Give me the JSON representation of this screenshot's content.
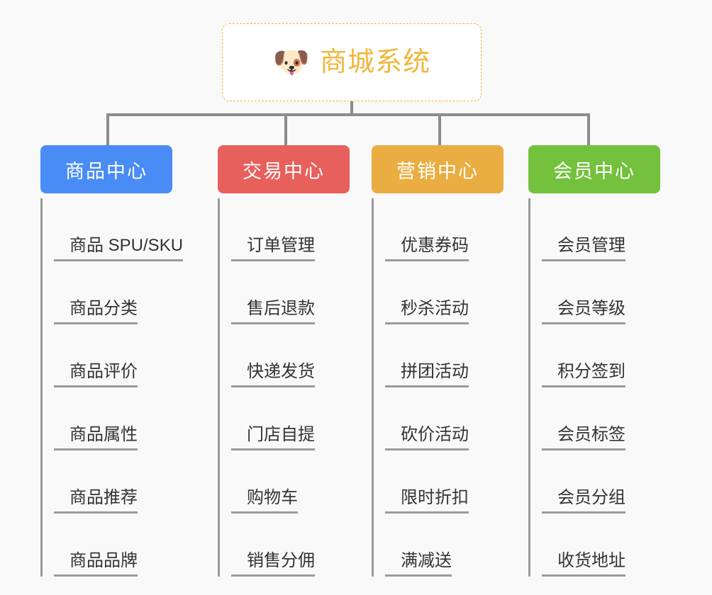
{
  "root": {
    "icon": "shiba-dog-face-emoji",
    "emoji": "🐶",
    "title": "商城系统",
    "border_color": "#f0b73d",
    "text_color": "#f0b73d",
    "background": "#ffffff"
  },
  "canvas": {
    "background": "#f9f9f9",
    "connector_color": "#8c8c8c"
  },
  "categories": [
    {
      "label": "商品中心",
      "color": "#4a8cf5",
      "items": [
        "商品 SPU/SKU",
        "商品分类",
        "商品评价",
        "商品属性",
        "商品推荐",
        "商品品牌"
      ]
    },
    {
      "label": "交易中心",
      "color": "#e8605c",
      "items": [
        "订单管理",
        "售后退款",
        "快递发货",
        "门店自提",
        "购物车",
        "销售分佣"
      ]
    },
    {
      "label": "营销中心",
      "color": "#eaad41",
      "items": [
        "优惠券码",
        "秒杀活动",
        "拼团活动",
        "砍价活动",
        "限时折扣",
        "满减送"
      ]
    },
    {
      "label": "会员中心",
      "color": "#73c13c",
      "items": [
        "会员管理",
        "会员等级",
        "积分签到",
        "会员标签",
        "会员分组",
        "收货地址"
      ]
    }
  ]
}
